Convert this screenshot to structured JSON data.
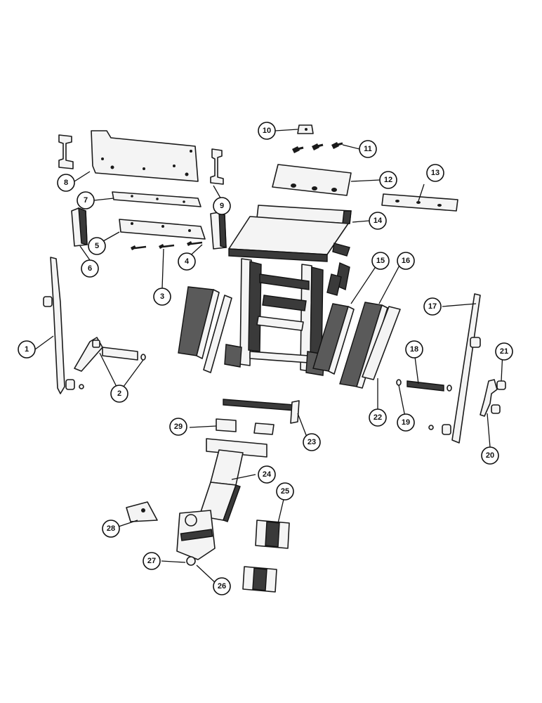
{
  "diagram": {
    "callouts": [
      {
        "id": "1",
        "label": "1"
      },
      {
        "id": "2",
        "label": "2"
      },
      {
        "id": "3",
        "label": "3"
      },
      {
        "id": "4",
        "label": "4"
      },
      {
        "id": "5",
        "label": "5"
      },
      {
        "id": "6",
        "label": "6"
      },
      {
        "id": "7",
        "label": "7"
      },
      {
        "id": "8",
        "label": "8"
      },
      {
        "id": "9",
        "label": "9"
      },
      {
        "id": "10",
        "label": "10"
      },
      {
        "id": "11",
        "label": "11"
      },
      {
        "id": "12",
        "label": "12"
      },
      {
        "id": "13",
        "label": "13"
      },
      {
        "id": "14",
        "label": "14"
      },
      {
        "id": "15",
        "label": "15"
      },
      {
        "id": "16",
        "label": "16"
      },
      {
        "id": "17",
        "label": "17"
      },
      {
        "id": "18",
        "label": "18"
      },
      {
        "id": "19",
        "label": "19"
      },
      {
        "id": "20",
        "label": "20"
      },
      {
        "id": "21",
        "label": "21"
      },
      {
        "id": "22",
        "label": "22"
      },
      {
        "id": "23",
        "label": "23"
      },
      {
        "id": "24",
        "label": "24"
      },
      {
        "id": "25",
        "label": "25"
      },
      {
        "id": "26",
        "label": "26"
      },
      {
        "id": "27",
        "label": "27"
      },
      {
        "id": "28",
        "label": "28"
      },
      {
        "id": "29",
        "label": "29"
      }
    ]
  }
}
